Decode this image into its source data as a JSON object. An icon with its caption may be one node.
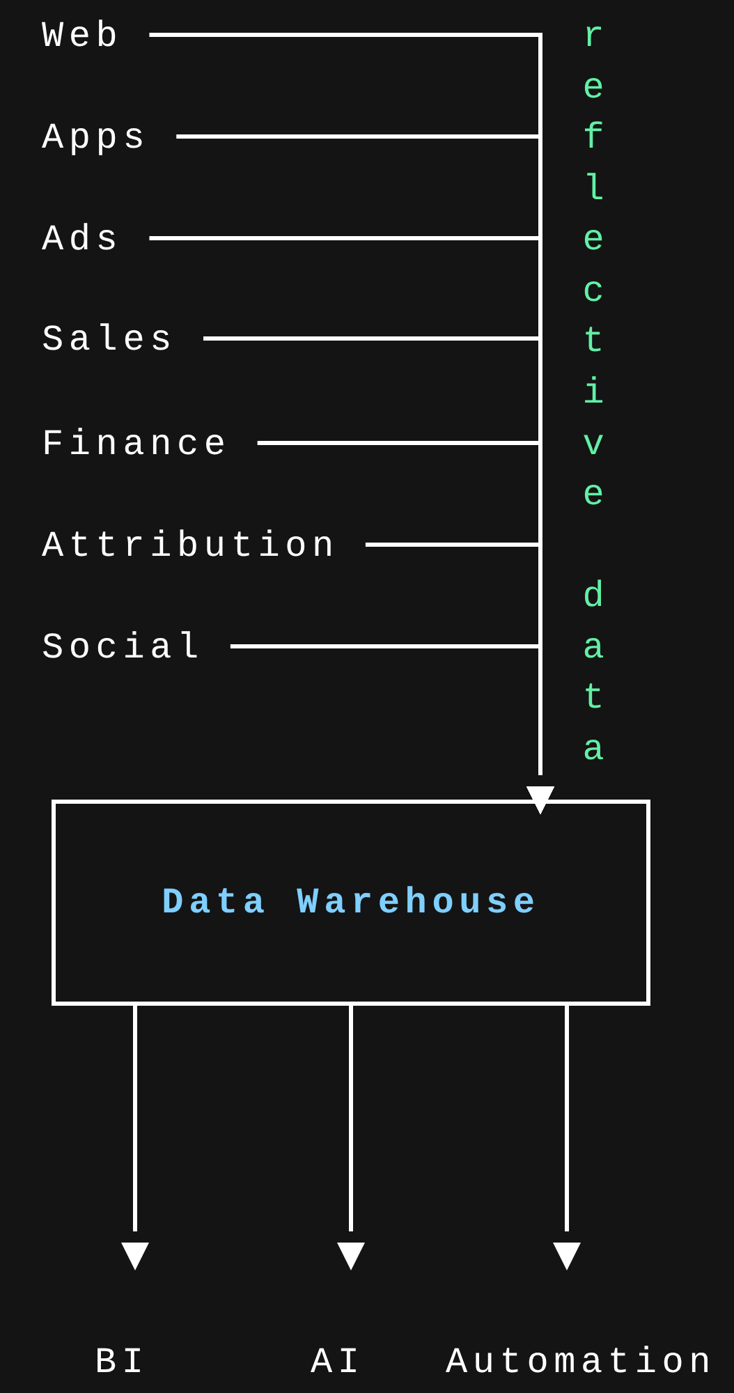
{
  "diagram": {
    "nodes": [
      {
        "text": [
          "Web"
        ]
      },
      {
        "text": [
          "Apps"
        ]
      },
      {
        "text": [
          "Ads"
        ]
      },
      {
        "text": [
          "Sales"
        ]
      },
      {
        "text": [
          "Finance"
        ]
      },
      {
        "text": [
          "Attribution"
        ]
      },
      {
        "text": [
          "Social"
        ]
      },
      {
        "text": [
          "Data Warehouse"
        ]
      },
      {
        "text": [
          "BI"
        ]
      },
      {
        "text": [
          "AI"
        ]
      },
      {
        "text": [
          "Automation"
        ]
      }
    ],
    "edges": [
      {
        "from": 0,
        "to": 7,
        "arrow": "to"
      },
      {
        "from": 1,
        "to": 7,
        "arrow": "to"
      },
      {
        "from": 2,
        "to": 7,
        "arrow": "to"
      },
      {
        "from": 3,
        "to": 7,
        "arrow": "to"
      },
      {
        "from": 4,
        "to": 7,
        "arrow": "to"
      },
      {
        "from": 5,
        "to": 7,
        "arrow": "to"
      },
      {
        "from": 6,
        "to": 7,
        "arrow": "to"
      },
      {
        "from": 7,
        "to": 8,
        "arrow": "to"
      },
      {
        "from": 7,
        "to": 9,
        "arrow": "to"
      },
      {
        "from": 7,
        "to": 10,
        "arrow": "to"
      }
    ],
    "labels": [
      "reflective data"
    ]
  }
}
